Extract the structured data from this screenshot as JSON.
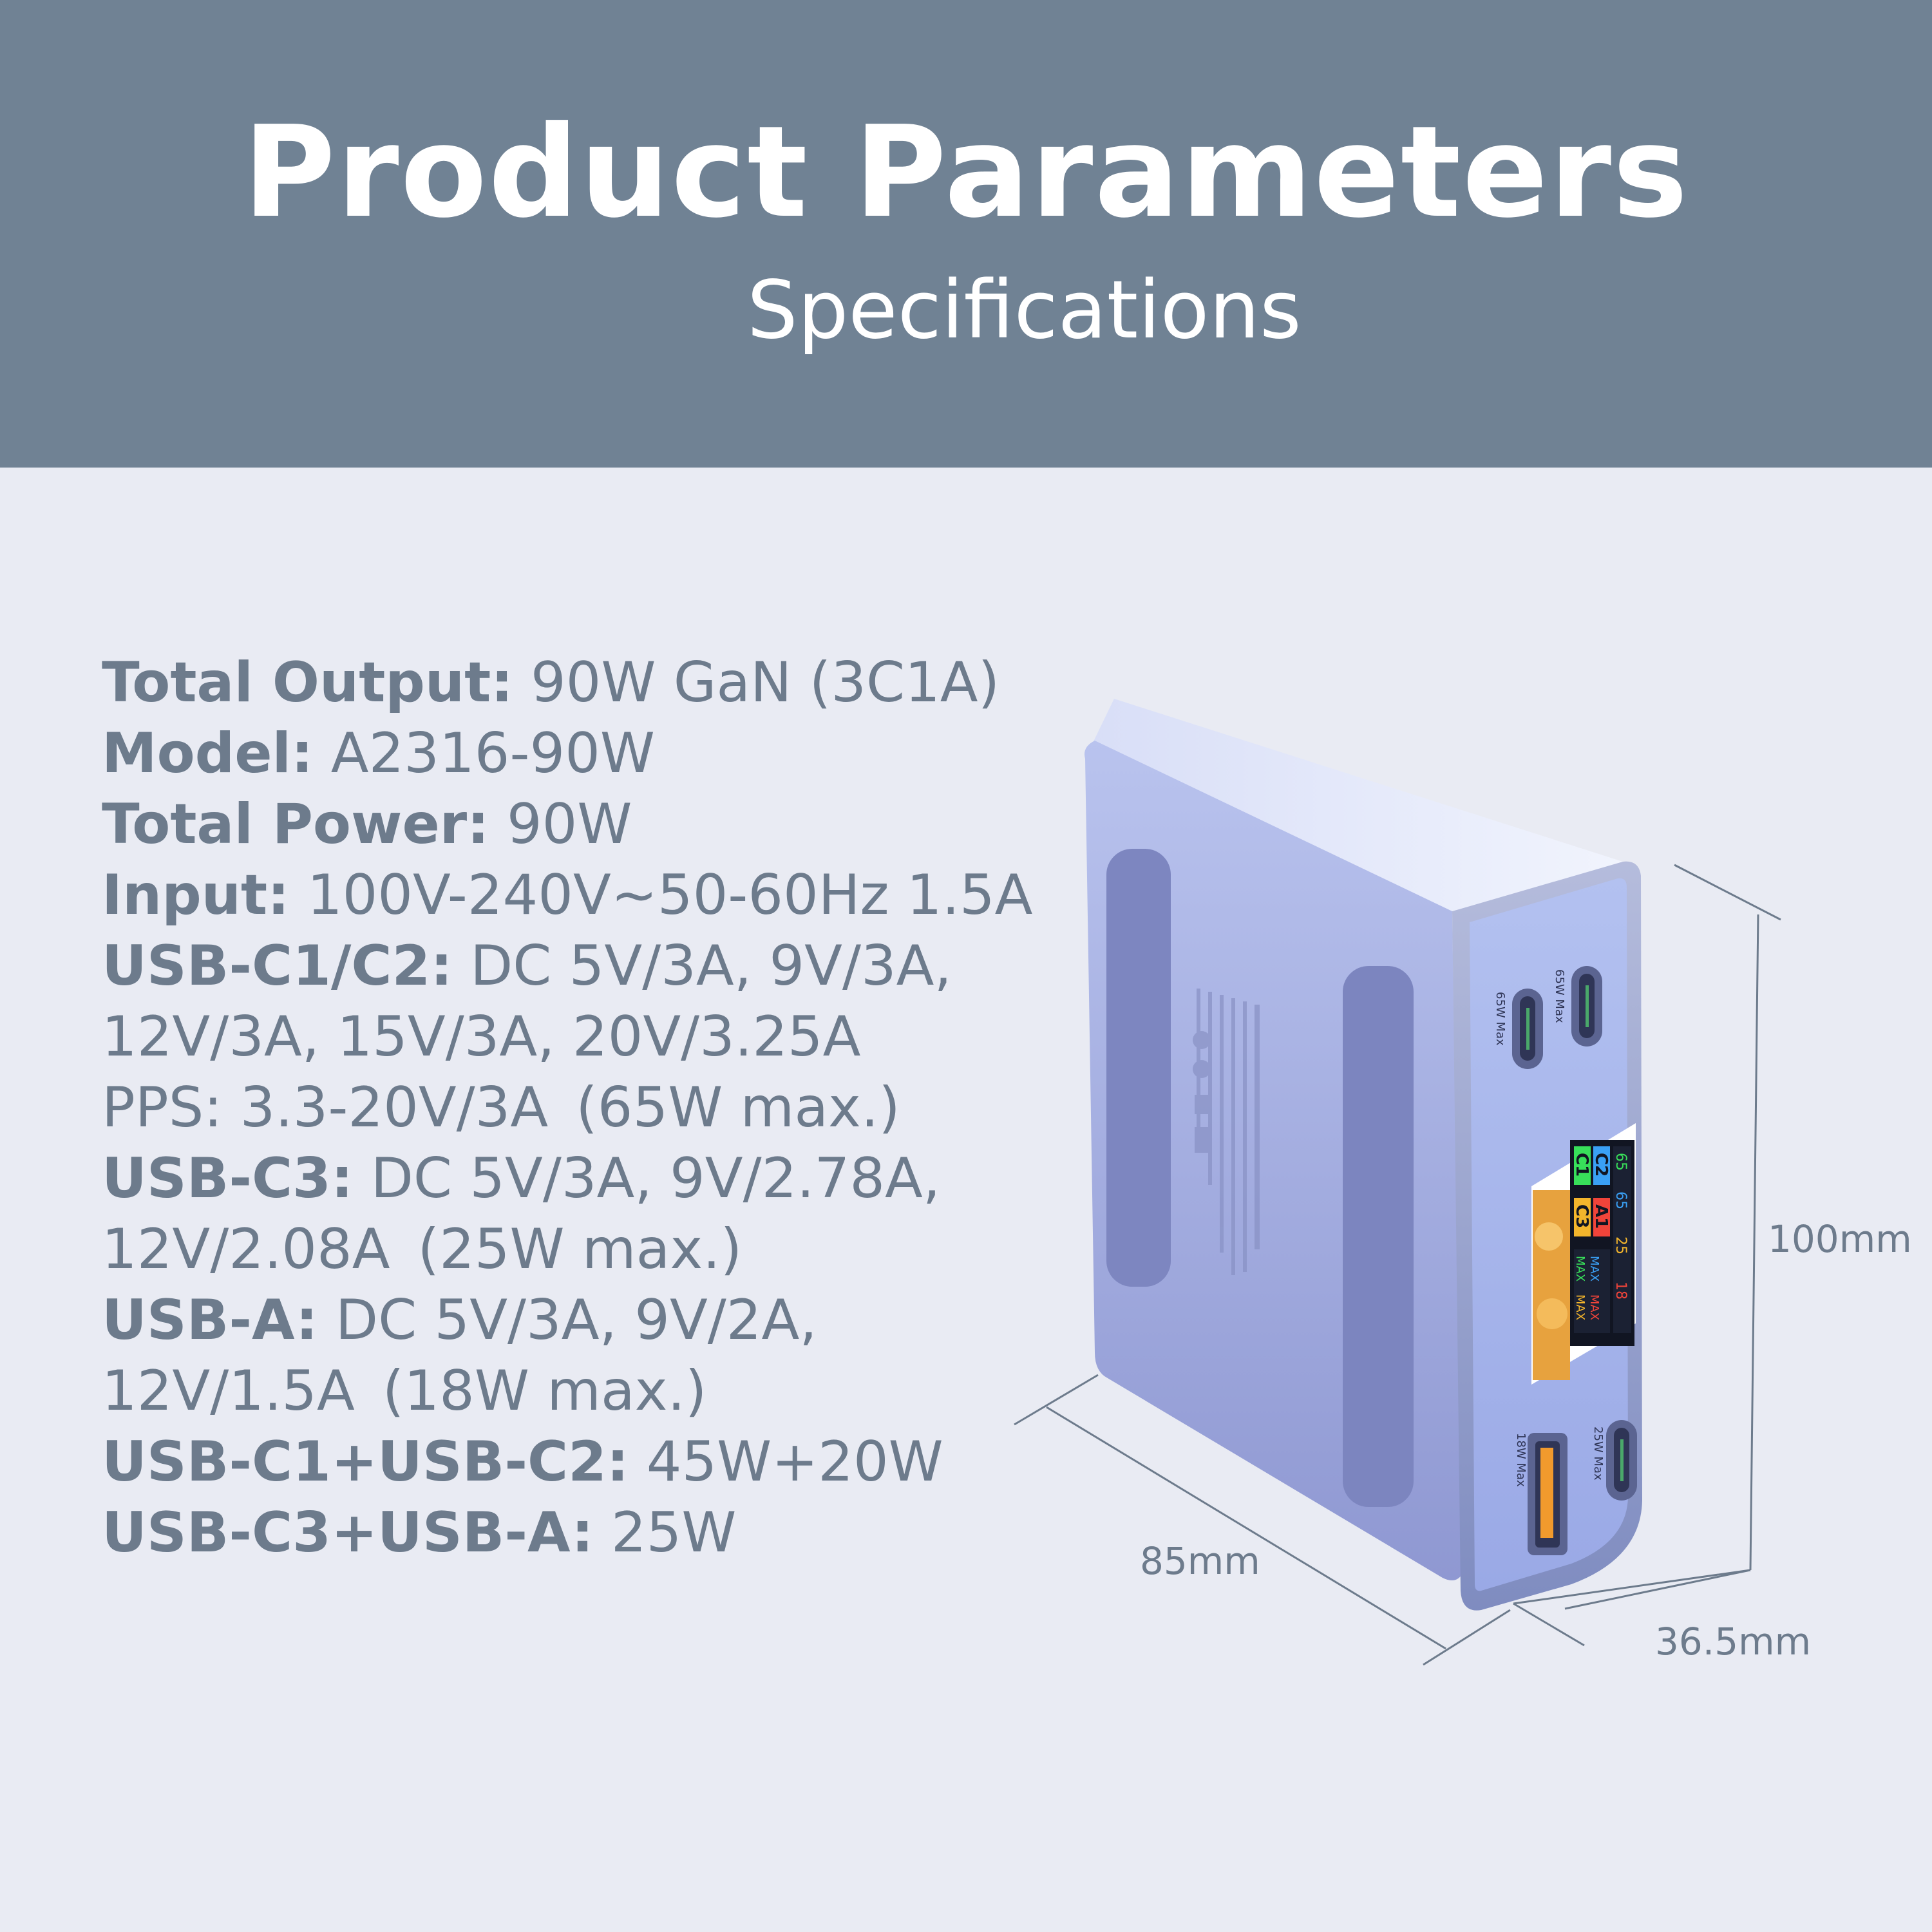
{
  "header": {
    "title": "Product Parameters",
    "subtitle": "Specifications"
  },
  "specs": [
    {
      "label": "Total Output:",
      "value": " 90W GaN (3C1A)"
    },
    {
      "label": "Model:",
      "value": " A2316-90W"
    },
    {
      "label": "Total Power:",
      "value": " 90W"
    },
    {
      "label": "Input:",
      "value": " 100V-240V~50-60Hz 1.5A"
    },
    {
      "label": "USB-C1/C2:",
      "value": " DC 5V/3A, 9V/3A,"
    },
    {
      "label": "",
      "value": "12V/3A, 15V/3A, 20V/3.25A"
    },
    {
      "label": "",
      "value": "PPS: 3.3-20V/3A (65W max.)"
    },
    {
      "label": "USB-C3:",
      "value": " DC 5V/3A, 9V/2.78A,"
    },
    {
      "label": "",
      "value": "12V/2.08A (25W max.)"
    },
    {
      "label": "USB-A:",
      "value": " DC 5V/3A, 9V/2A,"
    },
    {
      "label": "",
      "value": "12V/1.5A (18W max.)"
    },
    {
      "label": "USB-C1+USB-C2:",
      "value": " 45W+20W"
    },
    {
      "label": "USB-C3+USB-A:",
      "value": " 25W"
    }
  ],
  "dimensions": {
    "height": "100mm",
    "length": "85mm",
    "depth": "36.5mm"
  },
  "product": {
    "port_labels": {
      "c1": "65W Max",
      "c2": "65W Max",
      "c3": "25W Max",
      "a": "18W Max"
    },
    "display": {
      "rows": [
        {
          "port": "C1",
          "watts": "65",
          "tag": "MAX",
          "color": "#38e05a"
        },
        {
          "port": "C2",
          "watts": "65",
          "tag": "MAX",
          "color": "#3aa0f5"
        },
        {
          "port": "C3",
          "watts": "25",
          "tag": "MAX",
          "color": "#f3b52c"
        },
        {
          "port": "A1",
          "watts": "18",
          "tag": "MAX",
          "color": "#f0443a"
        }
      ]
    },
    "colors": {
      "body_top": "#e4e9fb",
      "body_side": "#9ea8dc",
      "front_panel": "#a4b2ea",
      "bezel": "#8a96c8"
    }
  }
}
